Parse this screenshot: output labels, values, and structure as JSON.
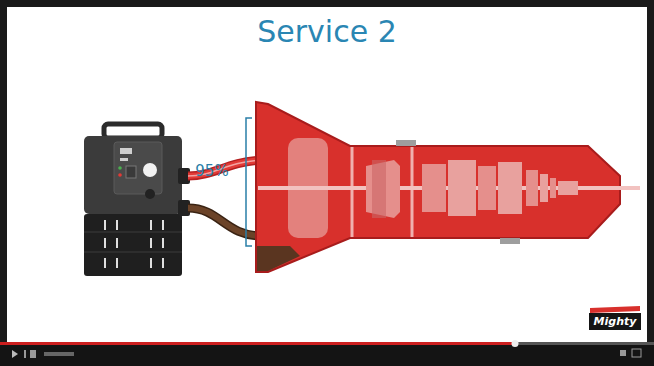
{
  "diagram": {
    "title": "Service 2",
    "labels": [
      "95%",
      "Mighty"
    ]
  }
}
